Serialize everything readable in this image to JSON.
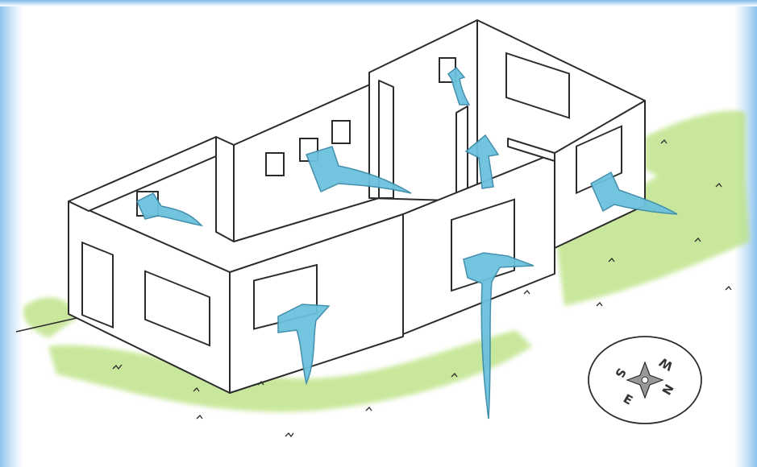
{
  "illustration": {
    "subject": "building-ventilation-sketch",
    "colors": {
      "frame": "#9fcdf2",
      "grass": "#b7e07a",
      "airflow": "#6cc1dd",
      "line": "#2b2b2b",
      "wall": "#ffffff"
    },
    "compass": {
      "north": "N",
      "south": "S",
      "east": "E",
      "west": "W"
    }
  }
}
